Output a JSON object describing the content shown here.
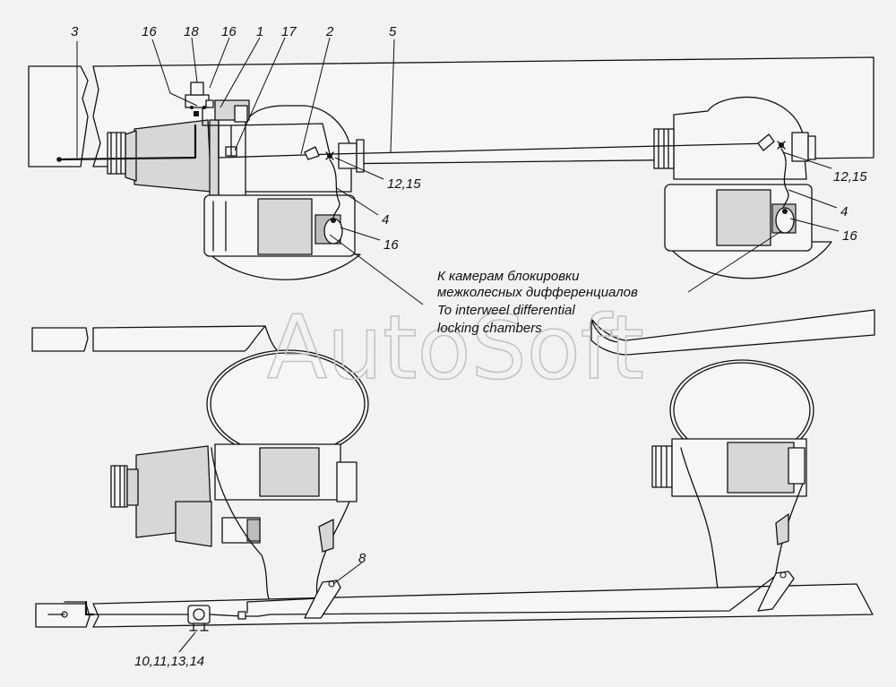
{
  "watermark": "AutoSoft",
  "callouts": {
    "c3": "3",
    "c16a": "16",
    "c18": "18",
    "c16b": "16",
    "c1": "1",
    "c17": "17",
    "c2": "2",
    "c5": "5",
    "c1215a": "12,15",
    "c4a": "4",
    "c16c": "16",
    "c1215b": "12,15",
    "c4b": "4",
    "c16d": "16",
    "c8": "8",
    "c10111314": "10,11,13,14"
  },
  "note": {
    "line1": "К камерам блокировки",
    "line2": "межколесных дифференциалов",
    "line3": "To interweel differential",
    "line4": "locking chambers"
  },
  "colors": {
    "line": "#111111",
    "metal_fill": "#d7d7d7",
    "watermark": "#c4c4c4",
    "background": "#f2f2f2"
  }
}
